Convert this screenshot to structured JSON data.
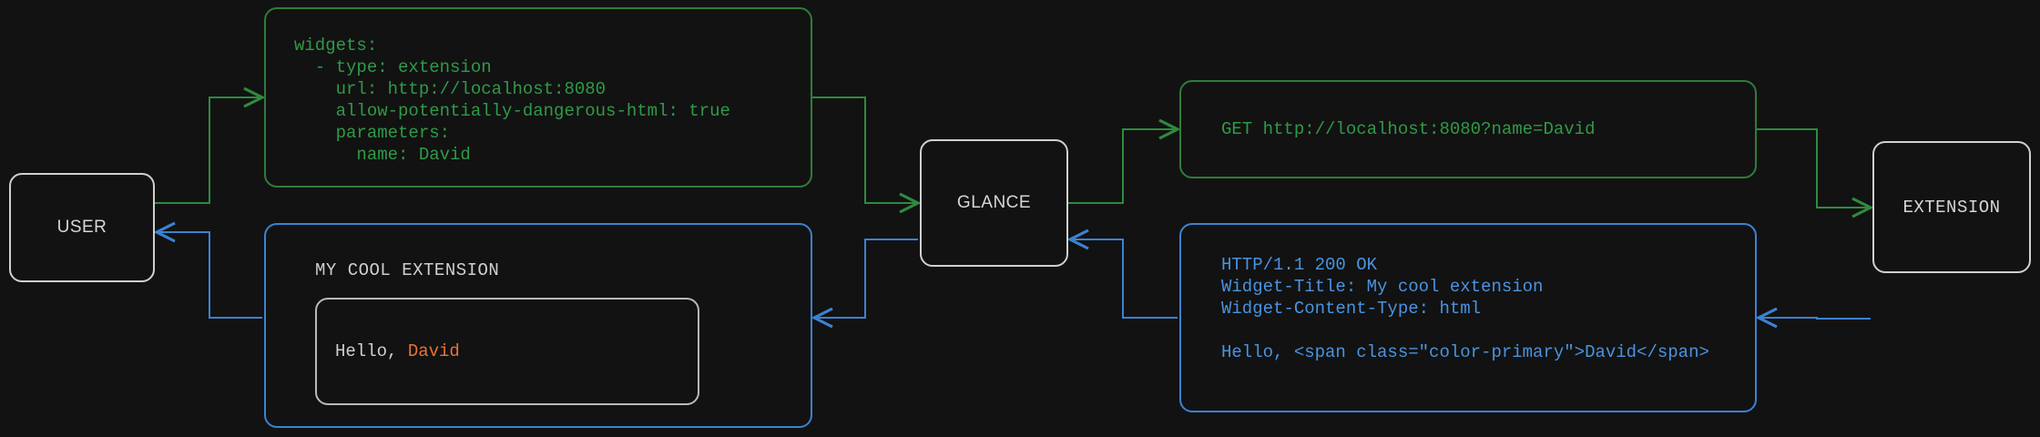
{
  "diagram": {
    "type": "flow-sequence",
    "background": "#121212",
    "colors": {
      "request_green": "#2f9a47",
      "request_green_border": "#2f7d3a",
      "response_blue": "#4a93e0",
      "response_blue_border": "#3c82d1",
      "node_border": "#d0d0d0",
      "node_text": "#d6d6d6",
      "accent_orange": "#e8733a",
      "widget_text": "#cfcfcf"
    }
  },
  "nodes": {
    "user": {
      "label": "USER"
    },
    "glance": {
      "label": "GLANCE"
    },
    "extension": {
      "label": "EXTENSION"
    }
  },
  "messages": {
    "yaml_config": {
      "direction": "user-to-glance",
      "color": "green",
      "text": "widgets:\n  - type: extension\n    url: http://localhost:8080\n    allow-potentially-dangerous-html: true\n    parameters:\n      name: David"
    },
    "http_request": {
      "direction": "glance-to-extension",
      "color": "green",
      "text": "GET http://localhost:8080?name=David"
    },
    "http_response": {
      "direction": "extension-to-glance",
      "color": "blue",
      "text": "HTTP/1.1 200 OK\nWidget-Title: My cool extension\nWidget-Content-Type: html\n\nHello, <span class=\"color-primary\">David</span>"
    },
    "rendered_widget": {
      "direction": "glance-to-user",
      "color": "blue",
      "title": "MY COOL EXTENSION",
      "body_prefix": "Hello, ",
      "body_accent": "David"
    }
  }
}
